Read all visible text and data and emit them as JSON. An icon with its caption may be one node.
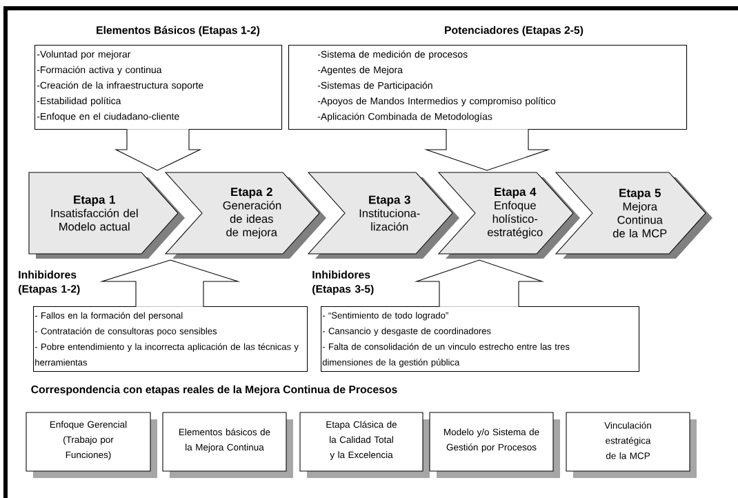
{
  "diagram": {
    "nodes": [
      {
        "text": [
          "Elementos Básicos (Etapas 1-2)",
          "-Voluntad por mejorar",
          "-Formación activa y continua",
          "-Creación de la infraestructura soporte",
          "-Estabilidad política",
          "-Enfoque en el ciudadano-cliente"
        ]
      },
      {
        "text": [
          "Potenciadores (Etapas 2-5)",
          "-Sistema de medición de procesos",
          "-Agentes de Mejora",
          "-Sistemas de Participación",
          "-Apoyos de Mandos Intermedios y compromiso político",
          "-Aplicación Combinada de Metodologías"
        ]
      },
      {
        "text": [
          "Etapa 1",
          "Insatisfacción del Modelo actual"
        ]
      },
      {
        "text": [
          "Etapa 2",
          "Generación de ideas de mejora"
        ]
      },
      {
        "text": [
          "Etapa 3",
          "Instituciona-lización"
        ]
      },
      {
        "text": [
          "Etapa 4",
          "Enfoque holístico-estratégico"
        ]
      },
      {
        "text": [
          "Etapa 5",
          "Mejora Continua de la MCP"
        ]
      },
      {
        "text": [
          "Inhibidores (Etapas 1-2)",
          "- Fallos en la formación del personal",
          "- Contratación de consultoras poco sensibles",
          "- Pobre entendimiento y la incorrecta aplicación de las técnicas y herramientas"
        ]
      },
      {
        "text": [
          "Inhibidores (Etapas 3-5)",
          "- “Sentimiento de todo logrado”",
          "- Cansancio y desgaste de coordinadores",
          "- Falta de consolidación de un vinculo estrecho entre las tres dimensiones de la gestión pública"
        ]
      },
      {
        "text": [
          "Enfoque Gerencial (Trabajo por Funciones)"
        ]
      },
      {
        "text": [
          "Elementos básicos de la Mejora Continua"
        ]
      },
      {
        "text": [
          "Etapa Clásica de la Calidad Total y la Excelencia"
        ]
      },
      {
        "text": [
          "Modelo y/o Sistema de Gestión por Procesos"
        ]
      },
      {
        "text": [
          "Vinculación estratégica de la MCP"
        ]
      }
    ],
    "edges": [
      {
        "from": 0,
        "to": 2,
        "arrow": "to"
      },
      {
        "from": 1,
        "to": 5,
        "arrow": "to"
      },
      {
        "from": 7,
        "to": 2,
        "arrow": "to"
      },
      {
        "from": 8,
        "to": 5,
        "arrow": "to"
      }
    ],
    "labels": [
      "Correspondencia con etapas reales de la Mejora Continua de Procesos"
    ]
  }
}
